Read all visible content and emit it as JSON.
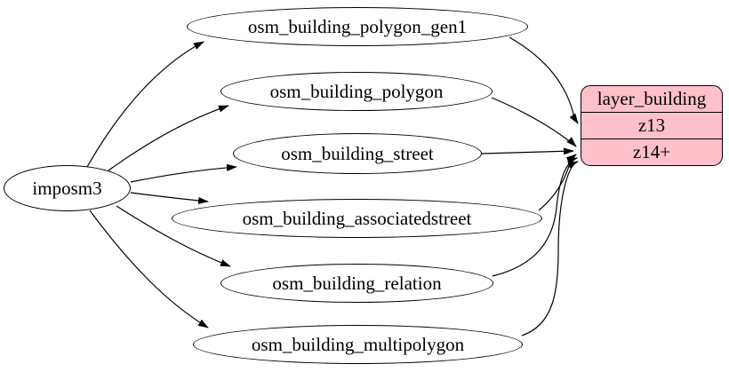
{
  "diagram": {
    "source_node": {
      "label": "imposm3"
    },
    "table_nodes": [
      {
        "label": "osm_building_polygon_gen1"
      },
      {
        "label": "osm_building_polygon"
      },
      {
        "label": "osm_building_street"
      },
      {
        "label": "osm_building_associatedstreet"
      },
      {
        "label": "osm_building_relation"
      },
      {
        "label": "osm_building_multipolygon"
      }
    ],
    "layer_node": {
      "title": "layer_building",
      "rows": [
        "z13",
        "z14+"
      ],
      "fill_color": "#ffc0cb",
      "border_color": "#000000"
    },
    "edges": [
      {
        "from": "imposm3",
        "to": "osm_building_polygon_gen1"
      },
      {
        "from": "imposm3",
        "to": "osm_building_polygon"
      },
      {
        "from": "imposm3",
        "to": "osm_building_street"
      },
      {
        "from": "imposm3",
        "to": "osm_building_associatedstreet"
      },
      {
        "from": "imposm3",
        "to": "osm_building_relation"
      },
      {
        "from": "imposm3",
        "to": "osm_building_multipolygon"
      },
      {
        "from": "osm_building_polygon_gen1",
        "to": "layer_building:z13"
      },
      {
        "from": "osm_building_polygon",
        "to": "layer_building:z14+"
      },
      {
        "from": "osm_building_street",
        "to": "layer_building:z14+"
      },
      {
        "from": "osm_building_associatedstreet",
        "to": "layer_building:z14+"
      },
      {
        "from": "osm_building_relation",
        "to": "layer_building:z14+"
      },
      {
        "from": "osm_building_multipolygon",
        "to": "layer_building:z14+"
      }
    ],
    "colors": {
      "edge": "#000000",
      "node_fill": "#ffffff",
      "node_border": "#000000",
      "background": "#ffffff",
      "text": "#000000"
    }
  }
}
